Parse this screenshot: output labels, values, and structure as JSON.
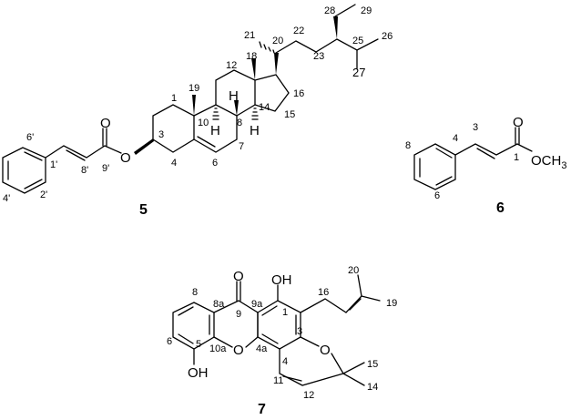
{
  "compounds": {
    "c5": {
      "number": "5",
      "atoms": {
        "O_carbonyl": "O",
        "O_ester": "O",
        "H9": "H",
        "H8": "H",
        "H14": "H"
      },
      "labels": [
        "6'",
        "1'",
        "8'",
        "9'",
        "2'",
        "4'",
        "3",
        "1",
        "19",
        "10",
        "4",
        "6",
        "7",
        "8",
        "12",
        "18",
        "14",
        "15",
        "16",
        "21",
        "20",
        "22",
        "23",
        "28",
        "29",
        "25",
        "26",
        "27"
      ]
    },
    "c6": {
      "number": "6",
      "atoms": {
        "O_carbonyl": "O",
        "OMe": "OCH",
        "OMe_sub": "3"
      },
      "labels": [
        "3",
        "4",
        "1",
        "8",
        "6"
      ]
    },
    "c7": {
      "number": "7",
      "atoms": {
        "O_carbonyl": "O",
        "OH1": "OH",
        "OH5": "OH",
        "O10": "O",
        "O_pyran": "O"
      },
      "labels": [
        "8",
        "8a",
        "9",
        "9a",
        "1",
        "16",
        "20",
        "19",
        "10a",
        "4a",
        "3",
        "4",
        "6",
        "5",
        "11",
        "12",
        "15",
        "14"
      ]
    }
  }
}
